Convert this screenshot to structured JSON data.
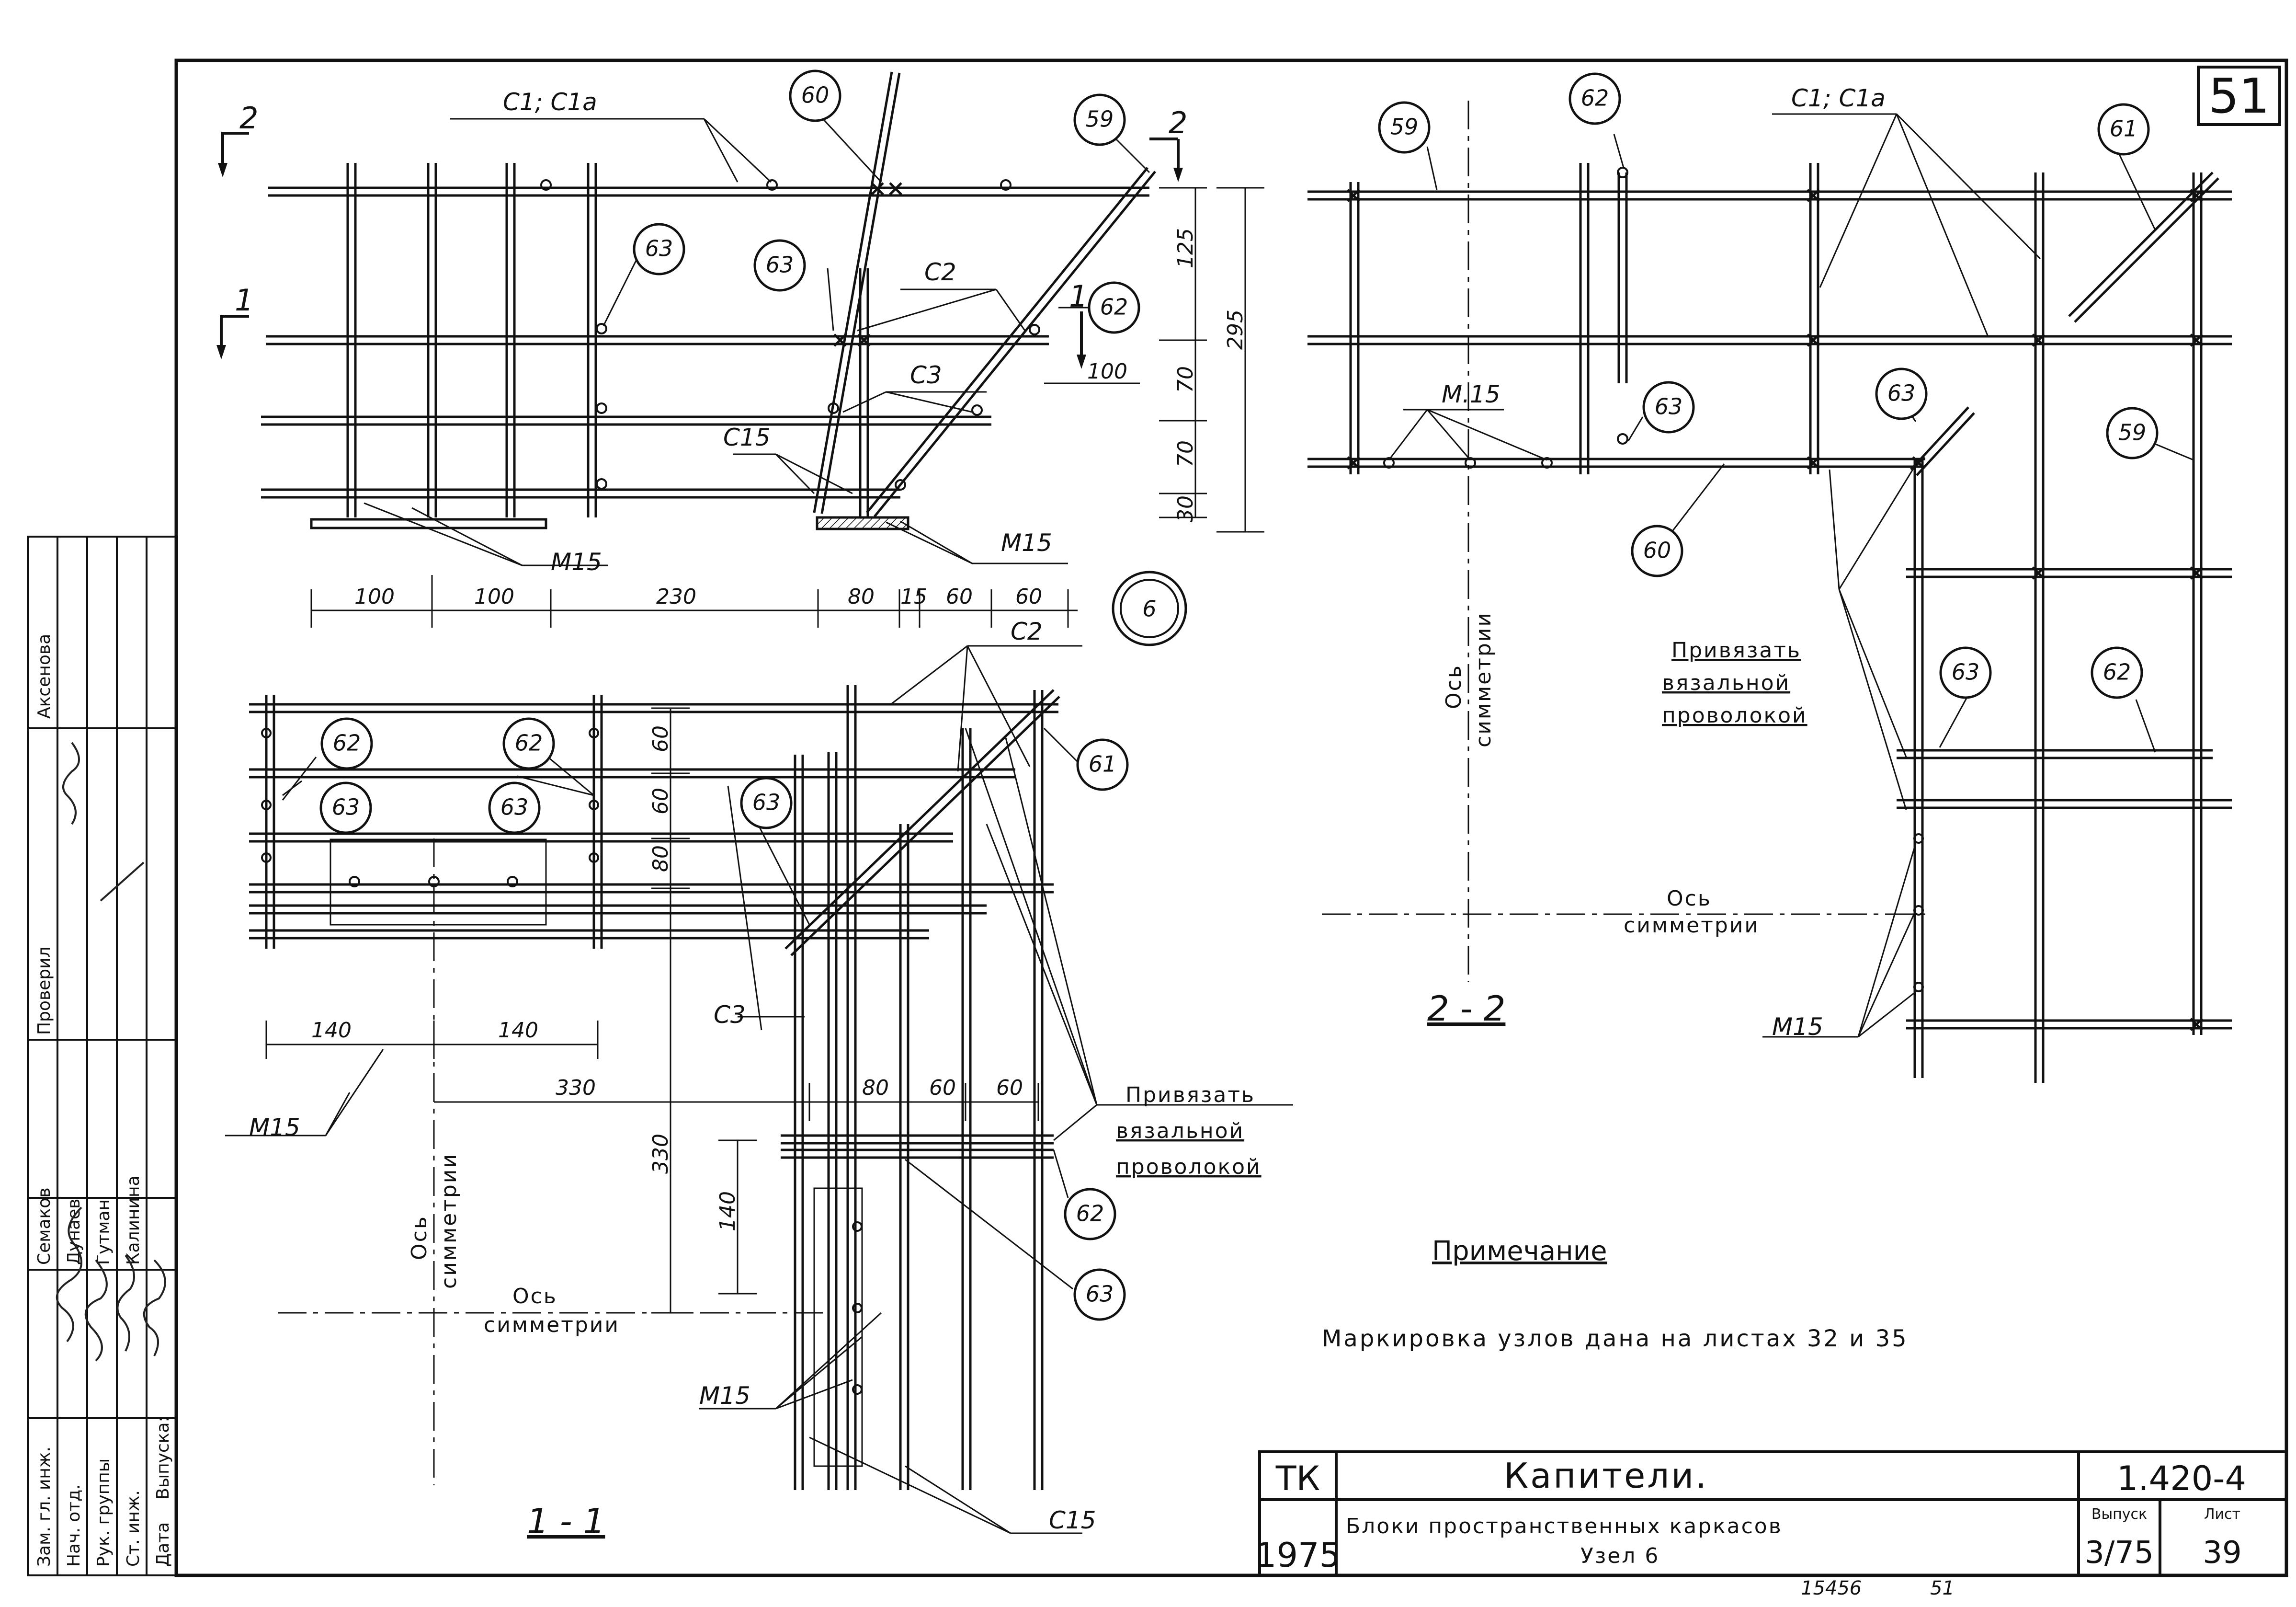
{
  "sheet": {
    "sheet_number": "51",
    "footer_left": "15456",
    "footer_right": "51"
  },
  "title_block": {
    "org": "ТК",
    "year": "1975",
    "title": "Капители.",
    "subtitle": "Блоки пространственных каркасов",
    "subtitle2": "Узел 6",
    "code": "1.420-4",
    "issue_label": "Выпуск",
    "issue_value": "3/75",
    "sheet_label": "Лист",
    "sheet_value": "39"
  },
  "stamp": {
    "roles": [
      "Зам. гл. инж.",
      "Нач. отд.",
      "Рук. группы",
      "Ст. инж.",
      "Дата"
    ],
    "names": [
      "Семаков",
      "Дунаев",
      "Гутман",
      "Калинина"
    ],
    "checked_label": "Проверил",
    "checked_name": "Аксенова",
    "issue_label": "Выпуска:"
  },
  "note": {
    "heading": "Примечание",
    "text": "Маркировка узлов дана на листах 32 и 35"
  },
  "bubbles": {
    "b59": "59",
    "b60": "60",
    "b61": "61",
    "b62": "62",
    "b63": "63",
    "node": "6"
  },
  "labels": {
    "c1c1a": "С1; С1а",
    "c2": "С2",
    "c3": "С3",
    "c15": "С15",
    "m15": "М15",
    "m15dot": "М.15",
    "axis_word": "Ось",
    "axis_sym": "симметрии",
    "tie1": "Привязать",
    "tie2": "вязальной",
    "tie3": "проволокой",
    "sec1": "1",
    "sec2": "2",
    "sec11": "1 - 1",
    "sec22": "2 - 2"
  },
  "dims": {
    "d100": "100",
    "d230": "230",
    "d80": "80",
    "d15": "15",
    "d60": "60",
    "d125": "125",
    "d70": "70",
    "d30": "30",
    "d295": "295",
    "d140": "140",
    "d330": "330"
  }
}
